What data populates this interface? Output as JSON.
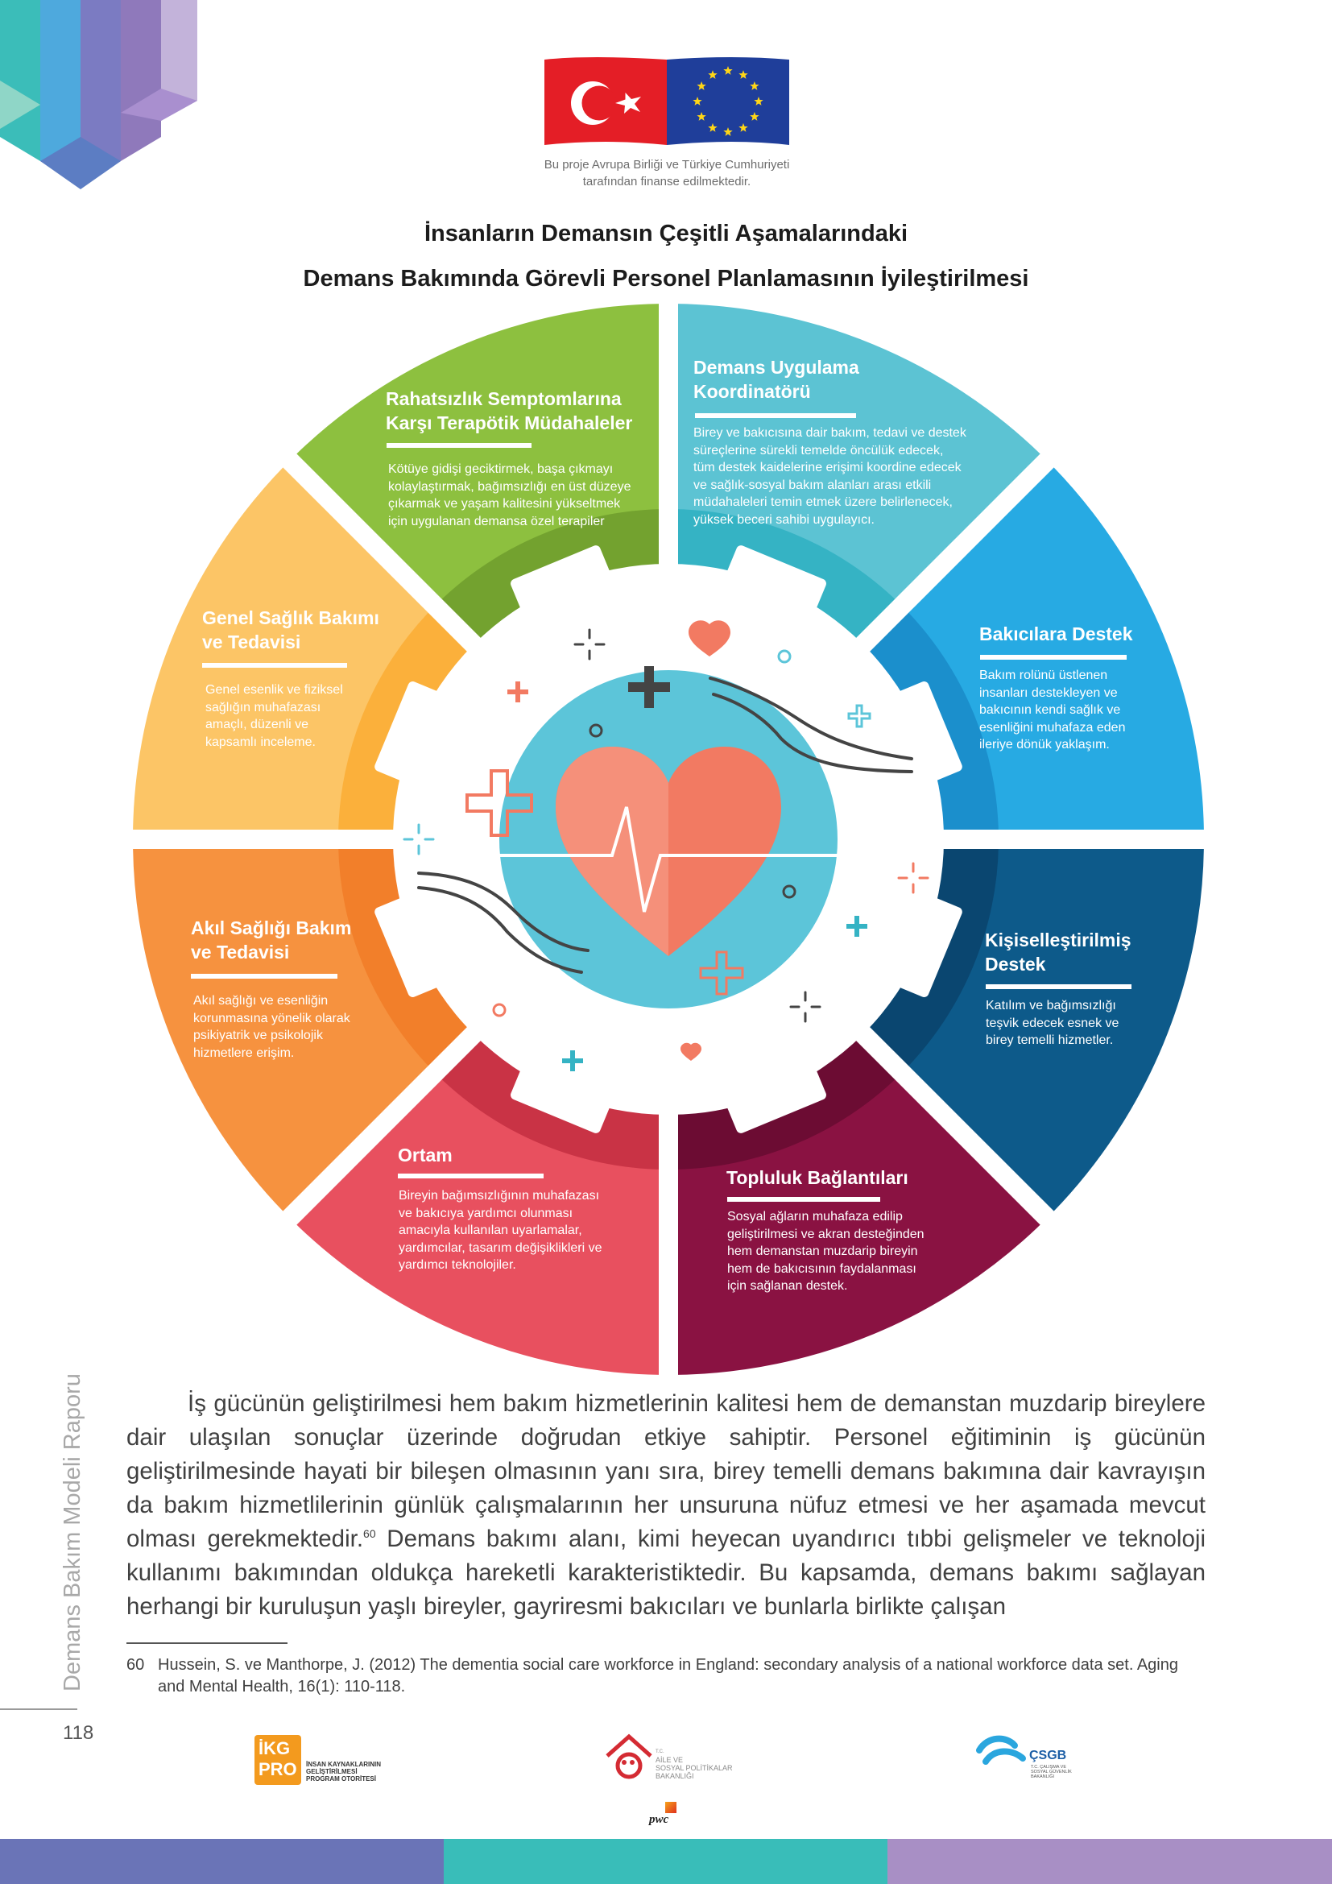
{
  "header": {
    "eu_caption_line1": "Bu proje Avrupa Birliği ve Türkiye Cumhuriyeti",
    "eu_caption_line2": "tarafından finanse edilmektedir."
  },
  "title": {
    "line1": "İnsanların Demansın Çeşitli Aşamalarındaki",
    "line2": "Demans Bakımında Görevli Personel Planlamasının İyileştirilmesi"
  },
  "wheel": {
    "segments": [
      {
        "title1": "Demans Uygulama",
        "title2": "Koordinatörü",
        "text": [
          "Birey ve bakıcısına dair bakım, tedavi ve destek",
          "süreçlerine sürekli temelde öncülük edecek,",
          "tüm destek kaidelerine erişimi koordine edecek",
          "ve sağlık-sosyal bakım alanları arası etkili",
          "müdahaleleri temin etmek üzere belirlenecek,",
          "yüksek beceri sahibi uygulayıcı."
        ],
        "color": "#5cc3d3",
        "inner_color": "#35b3c4"
      },
      {
        "title1": "Bakıcılara Destek",
        "title2": "",
        "text": [
          "Bakım rolünü üstlenen",
          "insanları destekleyen ve",
          "bakıcının kendi sağlık ve",
          "esenliğini muhafaza eden",
          "ileriye dönük yaklaşım."
        ],
        "color": "#27aae3",
        "inner_color": "#1b8fcc"
      },
      {
        "title1": "Kişiselleştirilmiş",
        "title2": "Destek",
        "text": [
          "Katılım ve bağımsızlığı",
          "teşvik edecek esnek ve",
          "birey temelli hizmetler."
        ],
        "color": "#0d5a8a",
        "inner_color": "#0a4670"
      },
      {
        "title1": "Topluluk Bağlantıları",
        "title2": "",
        "text": [
          "Sosyal ağların muhafaza edilip",
          "geliştirilmesi ve akran desteğinden",
          "hem demanstan muzdarip bireyin",
          "hem de bakıcısının faydalanması",
          "için sağlanan destek."
        ],
        "color": "#8a1242",
        "inner_color": "#6c0c33"
      },
      {
        "title1": "Ortam",
        "title2": "",
        "text": [
          "Bireyin bağımsızlığının muhafazası",
          "ve bakıcıya yardımcı olunması",
          "amacıyla kullanılan uyarlamalar,",
          "yardımcılar, tasarım değişiklikleri ve",
          "yardımcı teknolojiler."
        ],
        "color": "#e8505f",
        "inner_color": "#c93345"
      },
      {
        "title1": "Akıl Sağlığı Bakım",
        "title2": "ve Tedavisi",
        "text": [
          "Akıl sağlığı ve esenliğin",
          "korunmasına yönelik olarak",
          "psikiyatrik ve psikolojik",
          "hizmetlere erişim."
        ],
        "color": "#f6923f",
        "inner_color": "#f27f2a"
      },
      {
        "title1": "Genel Sağlık Bakımı",
        "title2": "ve Tedavisi",
        "text": [
          "Genel esenlik ve fiziksel",
          "sağlığın muhafazası",
          "amaçlı, düzenli ve",
          "kapsamlı inceleme."
        ],
        "color": "#fcc566",
        "inner_color": "#fbb03b"
      },
      {
        "title1": "Rahatsızlık Semptomlarına",
        "title2": "Karşı Terapötik Müdahaleler",
        "text": [
          "Kötüye gidişi geciktirmek, başa çıkmayı",
          "kolaylaştırmak, bağımsızlığı en üst düzeye",
          "çıkarmak ve yaşam kalitesini yükseltmek",
          "için uygulanan demansa özel terapiler"
        ],
        "color": "#8dc03f",
        "inner_color": "#73a22f"
      }
    ]
  },
  "side_label": "Demans Bakım Modeli Raporu",
  "page_number": "118",
  "body": {
    "part1": "İş gücünün geliştirilmesi hem bakım hizmetlerinin kalitesi hem de demanstan muzdarip bireylere dair ulaşılan sonuçlar üzerinde doğrudan etkiye sahiptir. Personel eğitiminin iş gücünün geliştirilmesinde hayati bir bileşen olmasının yanı sıra, birey temelli demans bakımına dair kavrayışın da bakım hizmetlilerinin günlük çalışmalarının her unsuruna nüfuz etmesi ve her aşamada mevcut olması gerekmektedir.",
    "sup": "60",
    "part2": " Demans bakımı alanı, kimi heyecan uyandırıcı tıbbi gelişmeler ve teknoloji kullanımı bakımından oldukça hareketli karakteristiktedir. Bu kapsamda, demans bakımı sağlayan herhangi bir kuruluşun yaşlı bireyler, gayriresmi bakıcıları ve bunlarla birlikte çalışan"
  },
  "footnote": {
    "number": "60",
    "text": "Hussein, S. ve Manthorpe, J. (2012) The dementia social care workforce in England: secondary analysis of a national workforce data set. Aging and Mental Health, 16(1): 110-118."
  },
  "logos": {
    "ikg_top": "İKG",
    "ikg_bottom": "PRO",
    "ikg_caption": [
      "İNSAN KAYNAKLARININ",
      "GELİŞTİRİLMESİ",
      "PROGRAM OTORİTESİ"
    ],
    "aile_caption": [
      "T.C.",
      "AİLE VE",
      "SOSYAL POLİTİKALAR",
      "BAKANLIĞI"
    ],
    "pwc": "pwc",
    "csgb": "ÇSGB",
    "csgb_caption": [
      "T.C. ÇALIŞMA VE",
      "SOSYAL GÜVENLİK",
      "BAKANLIĞI"
    ]
  },
  "colors": {
    "bar_left": "#6a74b7",
    "bar_mid": "#39bdb9",
    "bar_right": "#a88fc5"
  }
}
